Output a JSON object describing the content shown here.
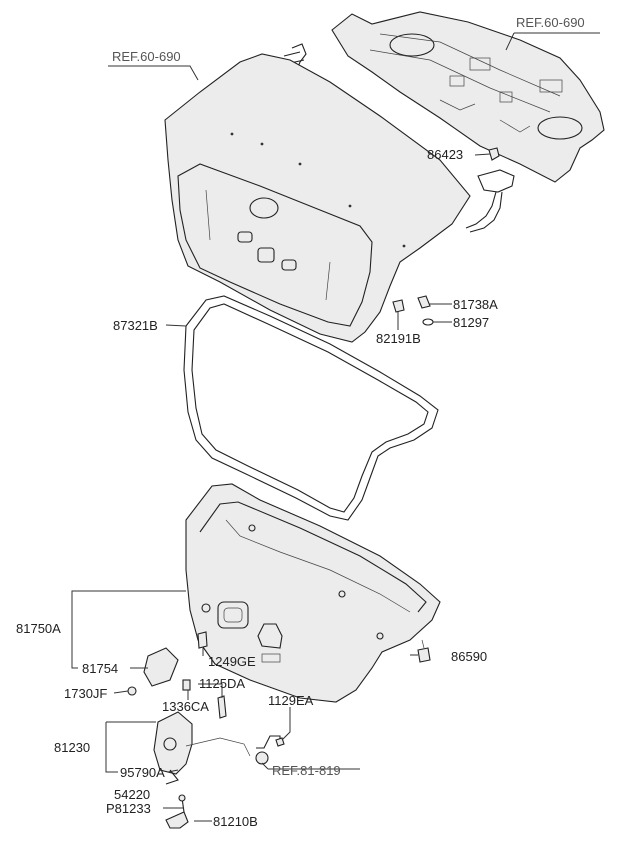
{
  "references": [
    {
      "id": "ref-rear-panel-left",
      "text": "REF.60-690"
    },
    {
      "id": "ref-rear-panel-right",
      "text": "REF.60-690"
    },
    {
      "id": "ref-latch",
      "text": "REF.81-819"
    }
  ],
  "parts": {
    "p86423": "86423",
    "p81738A": "81738A",
    "p81297": "81297",
    "p82191B": "82191B",
    "p87321B": "87321B",
    "p81750A": "81750A",
    "p86590": "86590",
    "p81754": "81754",
    "p1249GE": "1249GE",
    "p1730JF": "1730JF",
    "p1125DA": "1125DA",
    "p1336CA": "1336CA",
    "p1129EA": "1129EA",
    "p81230": "81230",
    "p95790A": "95790A",
    "p54220": "54220",
    "pP81233": "P81233",
    "p81210B": "81210B"
  }
}
